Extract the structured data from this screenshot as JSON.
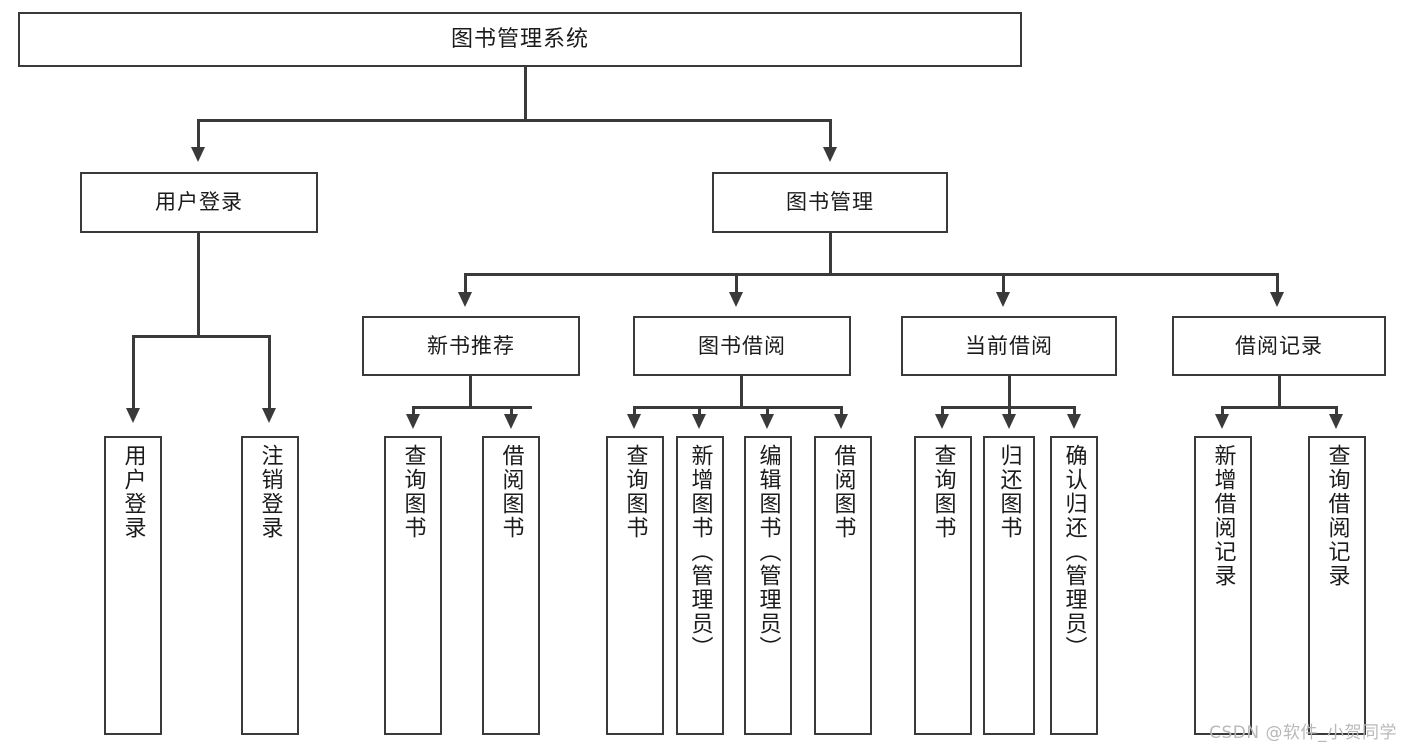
{
  "diagram": {
    "title": "图书管理系统",
    "type": "hierarchy-tree",
    "orientation": "top-down",
    "stroke_color": "#3a3a3a",
    "background_color": "#ffffff",
    "root": {
      "label": "图书管理系统"
    },
    "level2": [
      {
        "label": "用户登录"
      },
      {
        "label": "图书管理"
      }
    ],
    "level3": [
      {
        "label": "新书推荐"
      },
      {
        "label": "图书借阅"
      },
      {
        "label": "当前借阅"
      },
      {
        "label": "借阅记录"
      }
    ],
    "leaves": {
      "user_login": [
        {
          "label": "用户登录"
        },
        {
          "label": "注销登录"
        }
      ],
      "new_book_recommend": [
        {
          "label": "查询图书"
        },
        {
          "label": "借阅图书"
        }
      ],
      "book_borrow": [
        {
          "label": "查询图书"
        },
        {
          "label": "新增图书（管理员）"
        },
        {
          "label": "编辑图书（管理员）"
        },
        {
          "label": "借阅图书"
        }
      ],
      "current_borrow": [
        {
          "label": "查询图书"
        },
        {
          "label": "归还图书"
        },
        {
          "label": "确认归还（管理员）"
        }
      ],
      "borrow_record": [
        {
          "label": "新增借阅记录"
        },
        {
          "label": "查询借阅记录"
        }
      ]
    }
  },
  "watermark": {
    "text": "CSDN @软件_小贺同学"
  }
}
